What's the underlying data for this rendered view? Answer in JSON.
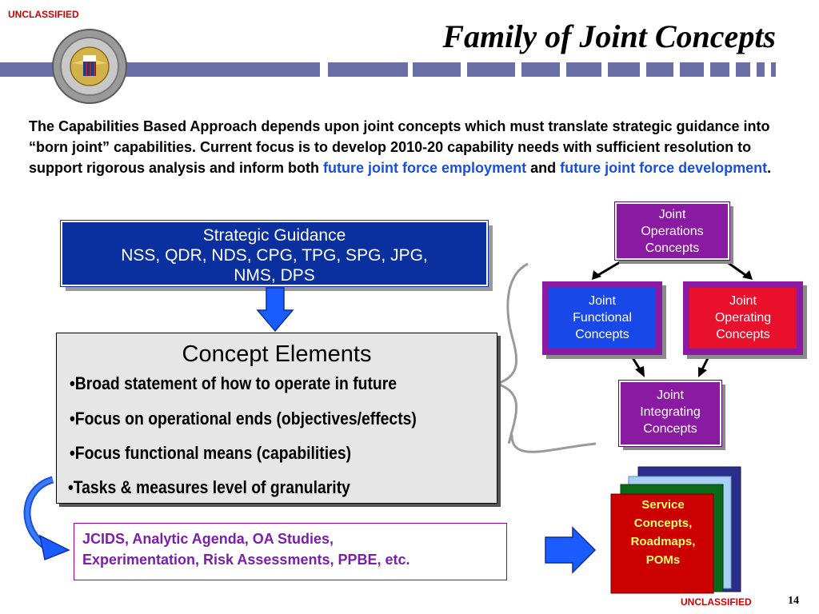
{
  "classification": {
    "top": "UNCLASSIFIED",
    "bottom": "UNCLASSIFIED"
  },
  "page_number": "14",
  "title": "Family of Joint Concepts",
  "intro": {
    "text": "The Capabilities Based Approach depends upon joint concepts which must translate strategic guidance into “born joint” capabilities.  Current focus is to develop 2010-20 capability needs with sufficient resolution to support rigorous analysis and inform both",
    "highlight1": "future joint force employment",
    "connector": "and",
    "highlight2": "future joint force development",
    "end": "."
  },
  "strategic_guidance": {
    "line1": "Strategic Guidance",
    "line2": "NSS, QDR, NDS, CPG, TPG, SPG, JPG,",
    "line3": "NMS, DPS"
  },
  "concept_elements": {
    "title": "Concept Elements",
    "items": [
      "Broad statement of how to operate in future",
      "Focus on operational ends (objectives/effects)",
      "Focus functional means (capabilities)",
      "Tasks & measures level of granularity"
    ]
  },
  "jcids": {
    "line1": "JCIDS, Analytic Agenda, OA Studies,",
    "line2": "Experimentation, Risk Assessments, PPBE, etc."
  },
  "joint_concepts": {
    "operations": {
      "l1": "Joint",
      "l2": "Operations",
      "l3": "Concepts"
    },
    "functional": {
      "l1": "Joint",
      "l2": "Functional",
      "l3": "Concepts"
    },
    "operating": {
      "l1": "Joint",
      "l2": "Operating",
      "l3": "Concepts"
    },
    "integrating": {
      "l1": "Joint",
      "l2": "Integrating",
      "l3": "Concepts"
    }
  },
  "service": {
    "l1": "Service",
    "l2": "Concepts,",
    "l3": "Roadmaps,",
    "l4": "POMs"
  },
  "colors": {
    "classification": "#cc0000",
    "brand_bar": "#6a6fa8",
    "highlight_blue": "#1a4fd8",
    "guidance_box": "#0a2f9e",
    "concept_purple": "#8a1aa2",
    "functional_blue": "#1848e8",
    "operating_red": "#e8102a",
    "service_red": "#cc0000"
  },
  "icons": {
    "seal": "joint-chiefs-seal-icon"
  }
}
